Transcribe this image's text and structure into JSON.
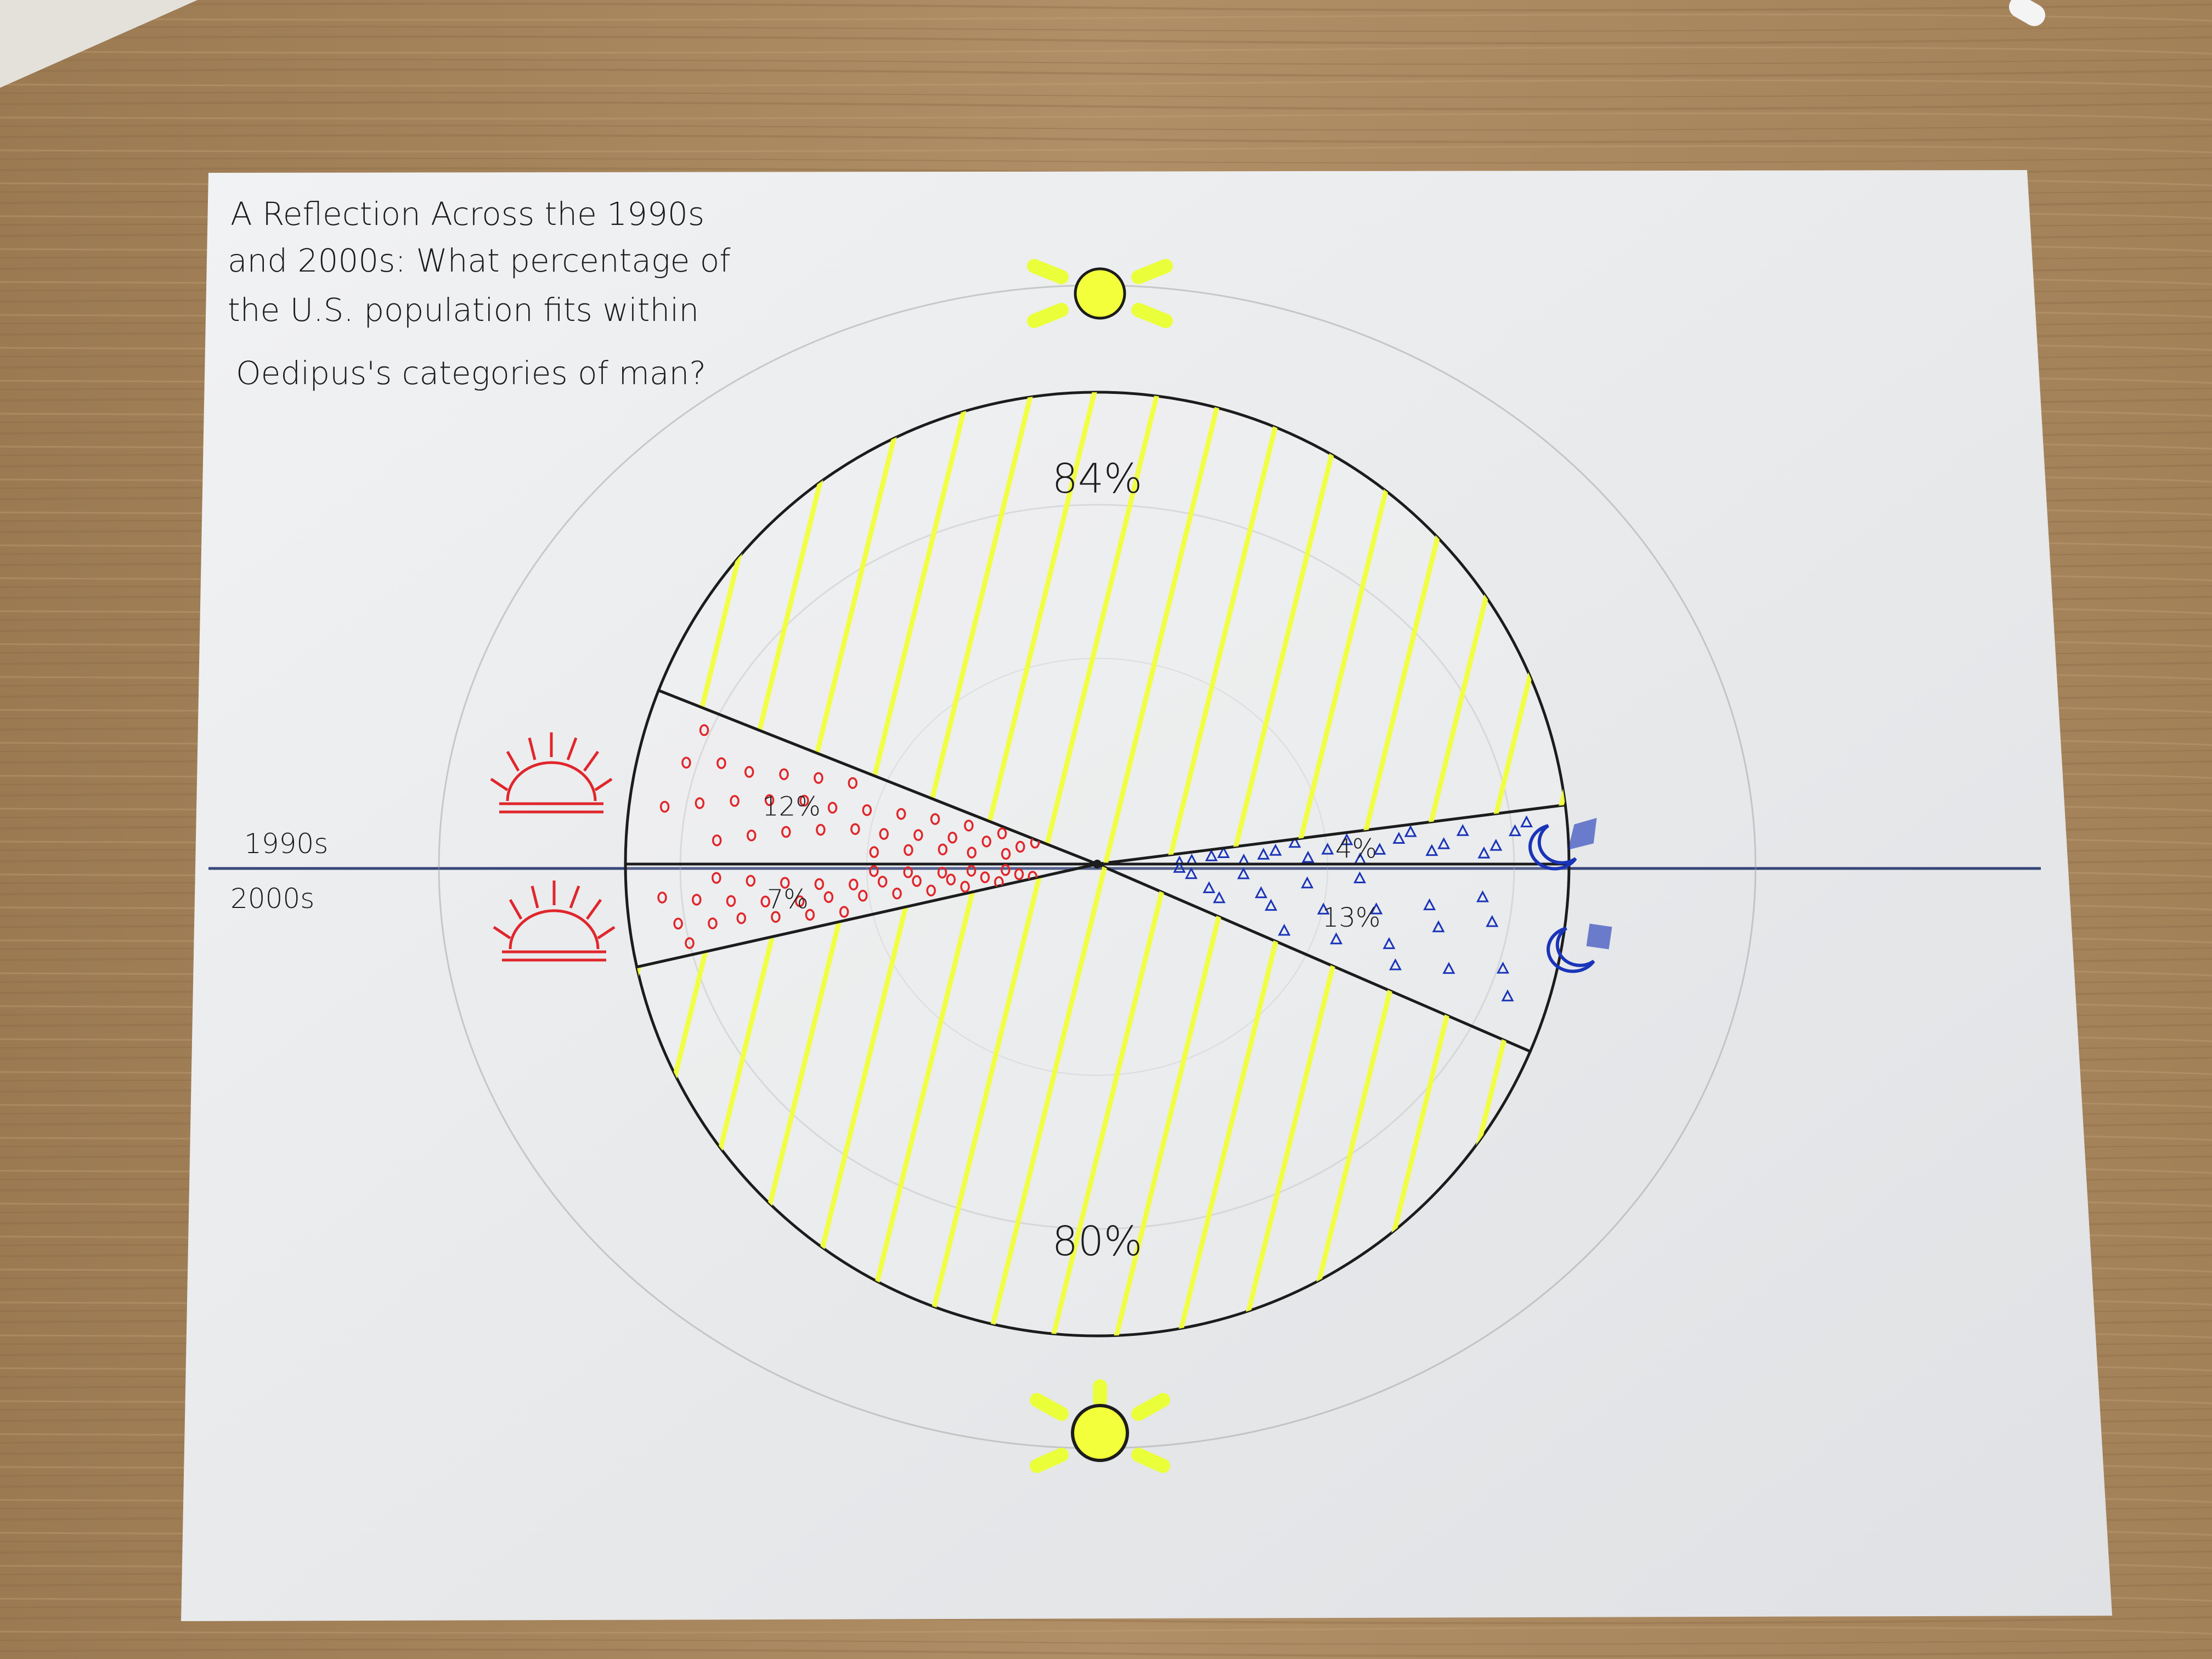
{
  "title_lines": [
    "A Reflection Across the 1990s",
    "and 2000s: What percentage of",
    "the U.S. population fits within",
    "Oedipus's categories of man?"
  ],
  "chart_data": {
    "type": "pie",
    "title": "A Reflection Across the 1990s and 2000s: What percentage of the U.S. population fits within Oedipus's categories of man?",
    "upper_half": {
      "label": "1990s",
      "slices": [
        {
          "value": 84,
          "label": "84%",
          "color": "#f2ff3a",
          "icon": "sun-icon"
        },
        {
          "value": 12,
          "label": "12%",
          "color": "#e0262b",
          "icon": "rising-sun-icon"
        },
        {
          "value": 4,
          "label": "4%",
          "color": "#1a34b8",
          "icon": "moon-icon"
        }
      ]
    },
    "lower_half": {
      "label": "2000s",
      "slices": [
        {
          "value": 80,
          "label": "80%",
          "color": "#f2ff3a",
          "icon": "sun-icon"
        },
        {
          "value": 7,
          "label": "7%",
          "color": "#e0262b",
          "icon": "rising-sun-icon"
        },
        {
          "value": 13,
          "label": "13%",
          "color": "#1a34b8",
          "icon": "moon-icon"
        }
      ]
    }
  },
  "colors": {
    "desk": "#a8865e",
    "paper": "#ecedef",
    "ink": "#1c1c1c",
    "highlighter": "#f2ff3a",
    "red_marker": "#e0262b",
    "blue_marker": "#1a34b8"
  }
}
